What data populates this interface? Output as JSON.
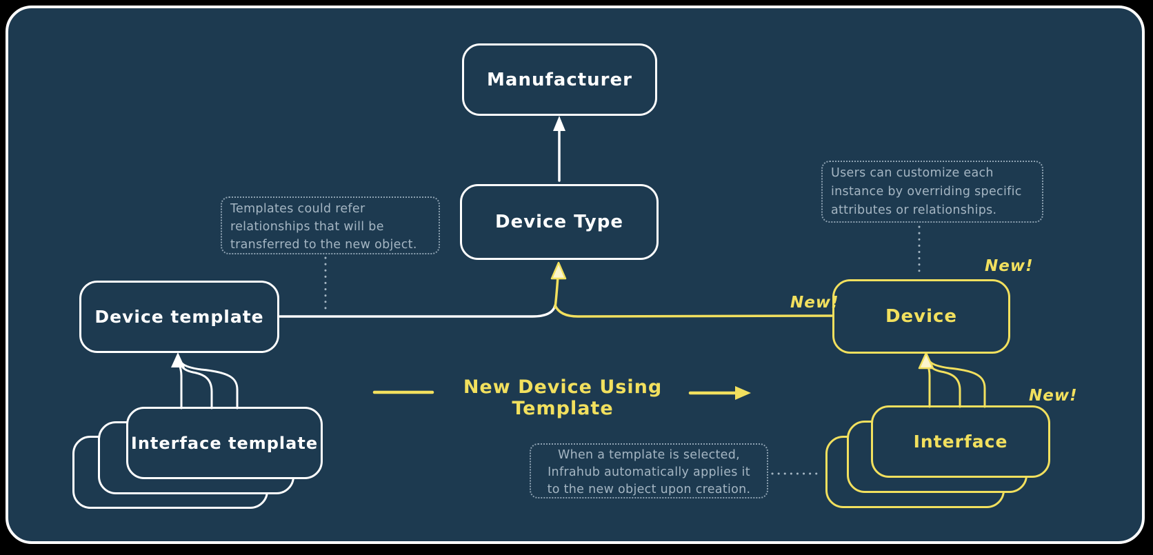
{
  "diagram_title": "New Device Using Template",
  "colors": {
    "background": "#1d3a50",
    "frame_border": "#ffffff",
    "white_stroke": "#ffffff",
    "yellow_accent": "#f2e05e",
    "annotation_text": "#a5b6c3"
  },
  "nodes": {
    "manufacturer": {
      "label": "Manufacturer"
    },
    "device_type": {
      "label": "Device Type"
    },
    "device_template": {
      "label": "Device template"
    },
    "interface_template": {
      "label": "Interface template"
    },
    "device": {
      "label": "Device",
      "badge_top": "New!",
      "badge_link": "New!"
    },
    "interface": {
      "label": "Interface",
      "badge": "New!"
    }
  },
  "annotations": {
    "templates_note": {
      "lines": [
        "Templates could refer",
        "relationships that will be",
        "transferred to the new object."
      ]
    },
    "customize_note": {
      "lines": [
        "Users can customize each",
        "instance by overriding specific",
        "attributes or relationships."
      ]
    },
    "apply_note": {
      "lines": [
        "When a template is selected,",
        "Infrahub automatically applies it",
        "to the new object upon creation."
      ]
    }
  },
  "flow": {
    "label": "New Device Using Template"
  }
}
